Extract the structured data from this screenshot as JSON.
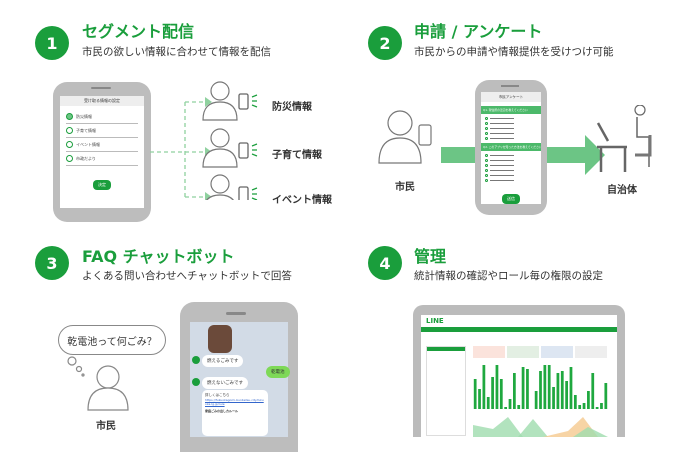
{
  "sections": [
    {
      "number": "1",
      "title": "セグメント配信",
      "subtitle": "市民の欲しい情報に合わせて情報を配信",
      "phone": {
        "header": "受け取る情報の設定",
        "options": [
          "防災情報",
          "子育て情報",
          "イベント情報",
          "市政だより"
        ],
        "selected": 0,
        "button": "決定"
      },
      "targets": [
        "防災情報",
        "子育て情報",
        "イベント情報"
      ]
    },
    {
      "number": "2",
      "title": "申請 / アンケート",
      "subtitle": "市民からの申請や情報提供を受けつけ可能",
      "phone": {
        "header": "市民アンケート",
        "q1": "Q1. 現住所の近辺を教えてください",
        "q2": "Q2. このアプリを知った方法を教えてください",
        "button": "送信"
      },
      "from": "市民",
      "to": "自治体"
    },
    {
      "number": "3",
      "title": "FAQ チャットボット",
      "subtitle": "よくある問い合わせへチャットボットで回答",
      "question": "乾電池って何ごみ？",
      "person": "市民",
      "chat": {
        "bot1": "燃えるごみです",
        "user": "乾電池",
        "bot2": "燃えないごみです",
        "detail": "詳しくはこちら",
        "link": "https://fukuokagomi-bunbetsu.city.fukuoka.lg.jp/rule",
        "card_title": "家庭ごみの出し方ルール"
      }
    },
    {
      "number": "4",
      "title": "管理",
      "subtitle": "統計情報の確認やロール毎の権限の設定",
      "dashboard": {
        "logo": "LINE"
      }
    }
  ],
  "colors": {
    "accent": "#1a9e3c",
    "light_green": "#6cc585",
    "orange": "#f5a04a"
  }
}
